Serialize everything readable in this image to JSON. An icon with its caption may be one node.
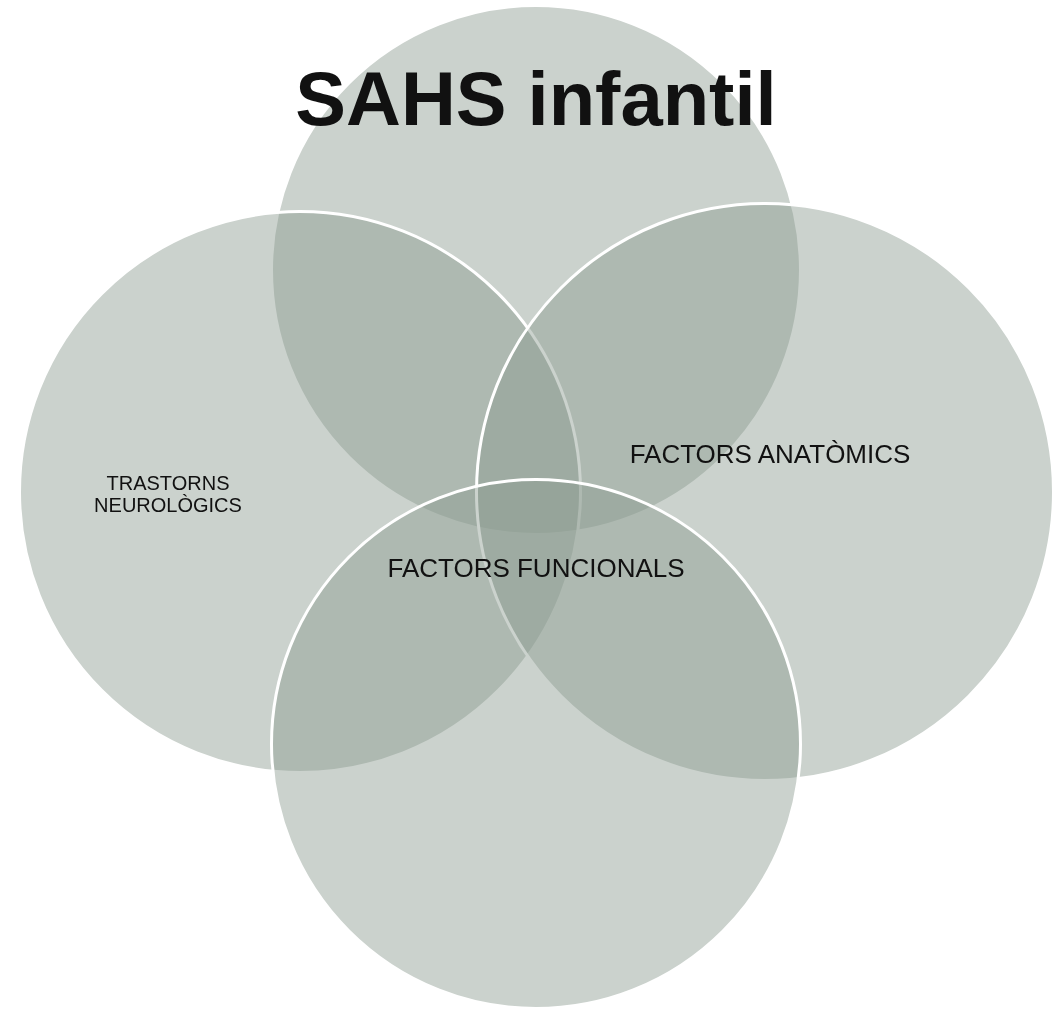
{
  "diagram": {
    "nodes": [
      {
        "text": [
          "SAHS infantil"
        ]
      },
      {
        "text": [
          "TRASTORNS NEUROLÒGICS"
        ]
      },
      {
        "text": [
          "FACTORS ANATÒMICS"
        ]
      },
      {
        "text": [
          "FACTORS FUNCIONALS"
        ]
      }
    ]
  }
}
